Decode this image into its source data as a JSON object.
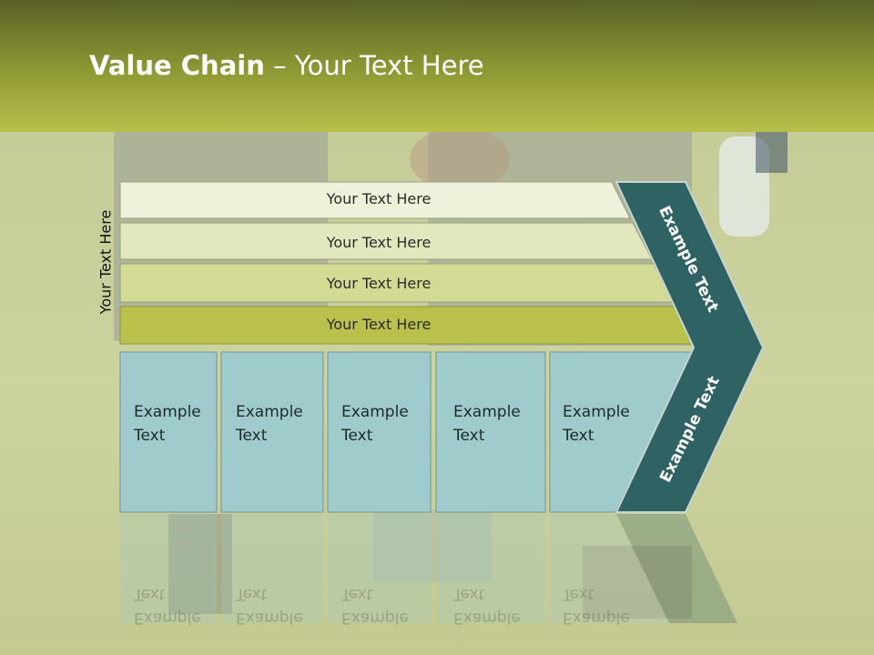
{
  "title": {
    "bold": "Value Chain",
    "rest": " – Your Text Here"
  },
  "side_label": "Your Text Here",
  "rows": [
    {
      "label": "Your Text Here",
      "fill": "#eef2da"
    },
    {
      "label": "Your Text Here",
      "fill": "#e2e7bd"
    },
    {
      "label": "Your Text Here",
      "fill": "#d3da93"
    },
    {
      "label": "Your Text Here",
      "fill": "#b9c14c"
    }
  ],
  "boxes": [
    {
      "line1": "Example",
      "line2": "Text"
    },
    {
      "line1": "Example",
      "line2": "Text"
    },
    {
      "line1": "Example",
      "line2": "Text"
    },
    {
      "line1": "Example",
      "line2": "Text"
    },
    {
      "line1": "Example",
      "line2": "Text"
    }
  ],
  "chevron": {
    "top_text": "Example Text",
    "bottom_text": "Example Text",
    "fill": "#2f6262"
  },
  "box_fill": "#9fcbcd"
}
